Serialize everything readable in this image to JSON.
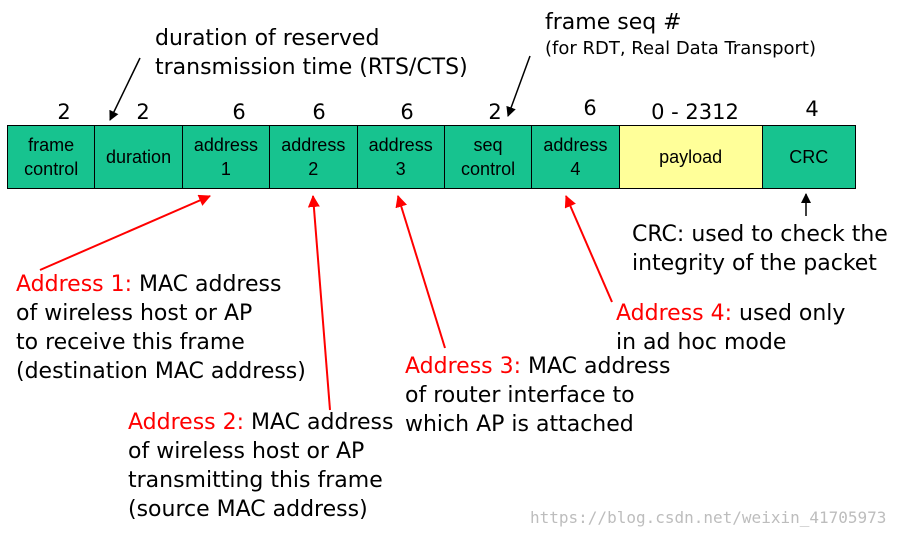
{
  "colors": {
    "field_green": "#17c38f",
    "payload_yellow": "#ffff99",
    "highlight_red": "#ff0000",
    "text_black": "#000000"
  },
  "fields": [
    {
      "label": "frame\ncontrol",
      "size": "2"
    },
    {
      "label": "duration",
      "size": "2"
    },
    {
      "label": "address\n1",
      "size": "6"
    },
    {
      "label": "address\n2",
      "size": "6"
    },
    {
      "label": "address\n3",
      "size": "6"
    },
    {
      "label": "seq\ncontrol",
      "size": "2"
    },
    {
      "label": "address\n4",
      "size": "6"
    },
    {
      "label": "payload",
      "size": "0 - 2312"
    },
    {
      "label": "CRC",
      "size": "4"
    }
  ],
  "annotations": {
    "duration": {
      "line1": "duration of reserved",
      "line2": "transmission time (RTS/CTS)"
    },
    "seq": {
      "title": "frame seq #",
      "sub": "(for RDT, Real Data Transport)"
    },
    "crc": {
      "line1": "CRC: used to check the",
      "line2": "integrity of the packet"
    },
    "addr1": {
      "label": "Address 1:",
      "rest": " MAC address",
      "line2": "of wireless host or AP",
      "line3": "to receive this frame",
      "line4": "(destination MAC address)"
    },
    "addr2": {
      "label": "Address 2:",
      "rest": " MAC address",
      "line2": "of wireless host or AP",
      "line3": "transmitting this frame",
      "line4": "(source MAC address)"
    },
    "addr3": {
      "label": "Address 3:",
      "rest": " MAC address",
      "line2": "of router interface to",
      "line3": "which AP is attached"
    },
    "addr4": {
      "label": "Address 4:",
      "rest": " used only",
      "line2": "in ad hoc mode"
    }
  },
  "watermark": "https://blog.csdn.net/weixin_41705973"
}
